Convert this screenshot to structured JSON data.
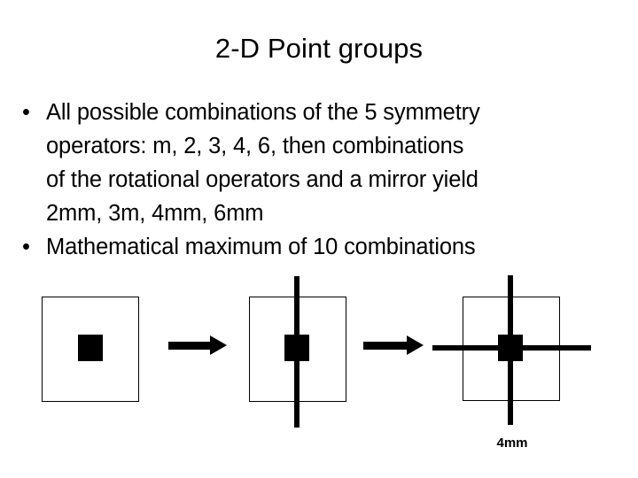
{
  "slide": {
    "title": "2-D Point groups",
    "background_color": "#ffffff",
    "ink_color": "#000000"
  },
  "body": {
    "bullets": [
      {
        "glyph": "•",
        "lines": [
          "All possible combinations of the 5 symmetry",
          "operators: m, 2, 3, 4, 6, then combinations",
          "of the rotational operators and a mirror yield",
          "2mm, 3m, 4mm, 6mm"
        ]
      },
      {
        "glyph": "•",
        "lines": [
          "Mathematical maximum of 10 combinations"
        ]
      }
    ]
  },
  "figure": {
    "caption": "4mm",
    "panels": [
      {
        "name": "panel-1-motif-only",
        "has_vertical_mirror": false,
        "has_horizontal_mirror": false
      },
      {
        "name": "panel-2-one-mirror",
        "has_vertical_mirror": true,
        "has_horizontal_mirror": false
      },
      {
        "name": "panel-3-two-mirrors",
        "has_vertical_mirror": true,
        "has_horizontal_mirror": true
      }
    ],
    "arrows": [
      {
        "name": "arrow-1"
      },
      {
        "name": "arrow-2"
      }
    ]
  }
}
